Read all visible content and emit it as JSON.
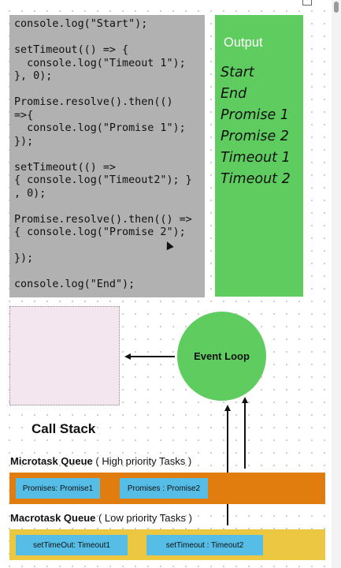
{
  "code": {
    "lines": [
      "console.log(\"Start\");",
      "",
      "setTimeout(() => {",
      "  console.log(\"Timeout 1\");",
      "}, 0);",
      "",
      "Promise.resolve().then(()",
      "=>{",
      "  console.log(\"Promise 1\");",
      "});",
      "",
      "setTimeout(() =>",
      "{ console.log(\"Timeout2\"); }",
      ", 0);",
      "",
      "Promise.resolve().then(() =>",
      "{ console.log(\"Promise 2\");",
      "",
      "});",
      "",
      "console.log(\"End\");"
    ]
  },
  "output": {
    "title": "Output",
    "items": [
      "Start",
      "End",
      "Promise 1",
      "Promise 2",
      "Timeout 1",
      "Timeout 2"
    ]
  },
  "call_stack": {
    "label": "Call Stack"
  },
  "event_loop": {
    "label": "Event Loop"
  },
  "microtask": {
    "title": "Microtask Queue",
    "note": " ( High priority Tasks )",
    "items": [
      "Promises: Promise1",
      "Promises : Promise2"
    ]
  },
  "macrotask": {
    "title": "Macrotask Queue",
    "note": " ( Low priority Tasks )",
    "items": [
      "setTimeOut: Timeout1",
      "setTimeout : Timeout2"
    ]
  },
  "colors": {
    "code_panel": "#b1b1b1",
    "green": "#5fcc5f",
    "call_stack": "#f4e6ee",
    "micro_bar": "#e07d0e",
    "macro_bar": "#ecc842",
    "chip": "#55bde6"
  }
}
